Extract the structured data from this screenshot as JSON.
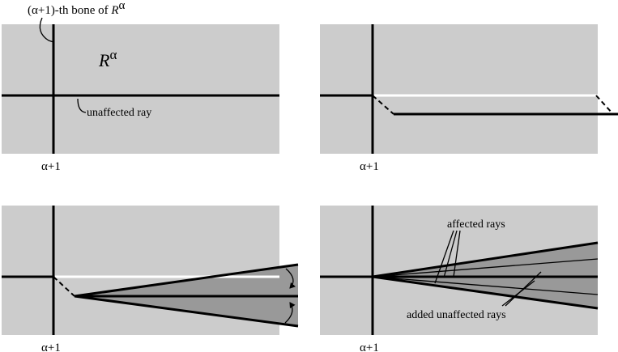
{
  "panel1": {
    "bone_label_prefix": "(α+1)-th bone of ",
    "bone_label_R": "R",
    "bone_label_sup": "α",
    "region_R": "R",
    "region_sup": "α",
    "unaffected_ray": "unaffected ray",
    "axis_label": "α+1"
  },
  "panel2": {
    "axis_label": "α+1"
  },
  "panel3": {
    "axis_label": "α+1"
  },
  "panel4": {
    "affected_rays": "affected rays",
    "added_unaffected_rays": "added unaffected rays",
    "axis_label": "α+1"
  },
  "colors": {
    "region_fill": "#cccccc",
    "wedge_fill": "#999999",
    "line": "#000000",
    "gap": "#ffffff"
  }
}
